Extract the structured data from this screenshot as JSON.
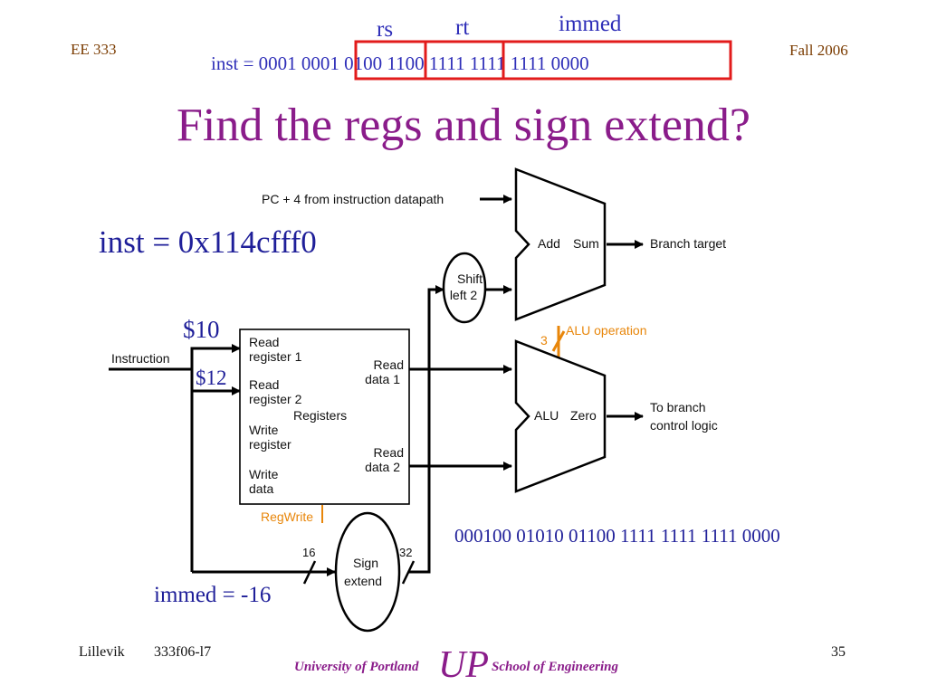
{
  "header": {
    "course": "EE 333",
    "term": "Fall 2006",
    "inst_binary": "inst = 0001 0001 0100 1100 1111 1111 1111 0000",
    "field_rs": "rs",
    "field_rt": "rt",
    "field_immed": "immed"
  },
  "title": "Find the regs and sign extend?",
  "annotations": {
    "inst_hex": "inst = 0x114cfff0",
    "reg_rs": "$10",
    "reg_rt": "$12",
    "immed_value": "immed = -16",
    "binary_fields": "000100 01010 01100 1111 1111 1111 0000"
  },
  "datapath": {
    "pc_input": "PC + 4 from instruction datapath",
    "add_label": "Add",
    "sum_label": "Sum",
    "branch_target": "Branch target",
    "shift_line1": "Shift",
    "shift_line2": "left 2",
    "alu_op_count": "3",
    "alu_operation": "ALU operation",
    "instruction": "Instruction",
    "read_reg1_line1": "Read",
    "read_reg1_line2": "register 1",
    "read_reg2_line1": "Read",
    "read_reg2_line2": "register 2",
    "registers": "Registers",
    "write_reg_line1": "Write",
    "write_reg_line2": "register",
    "write_data_line1": "Write",
    "write_data_line2": "data",
    "read_data1_line1": "Read",
    "read_data1_line2": "data 1",
    "read_data2_line1": "Read",
    "read_data2_line2": "data 2",
    "alu_label": "ALU",
    "zero_label": "Zero",
    "branch_ctrl_line1": "To branch",
    "branch_ctrl_line2": "control logic",
    "regwrite": "RegWrite",
    "bits_in": "16",
    "bits_out": "32",
    "sign_line1": "Sign",
    "sign_line2": "extend"
  },
  "footer": {
    "author": "Lillevik",
    "file": "333f06-l7",
    "university": "University of Portland",
    "logo_text": "UP",
    "school": "School of Engineering",
    "page": "35"
  },
  "colors": {
    "title": "#8a1c8a",
    "annotation": "#2e2eb8",
    "header": "#7a3b00",
    "highlight": "#e21b1b",
    "control": "#e8860a"
  }
}
